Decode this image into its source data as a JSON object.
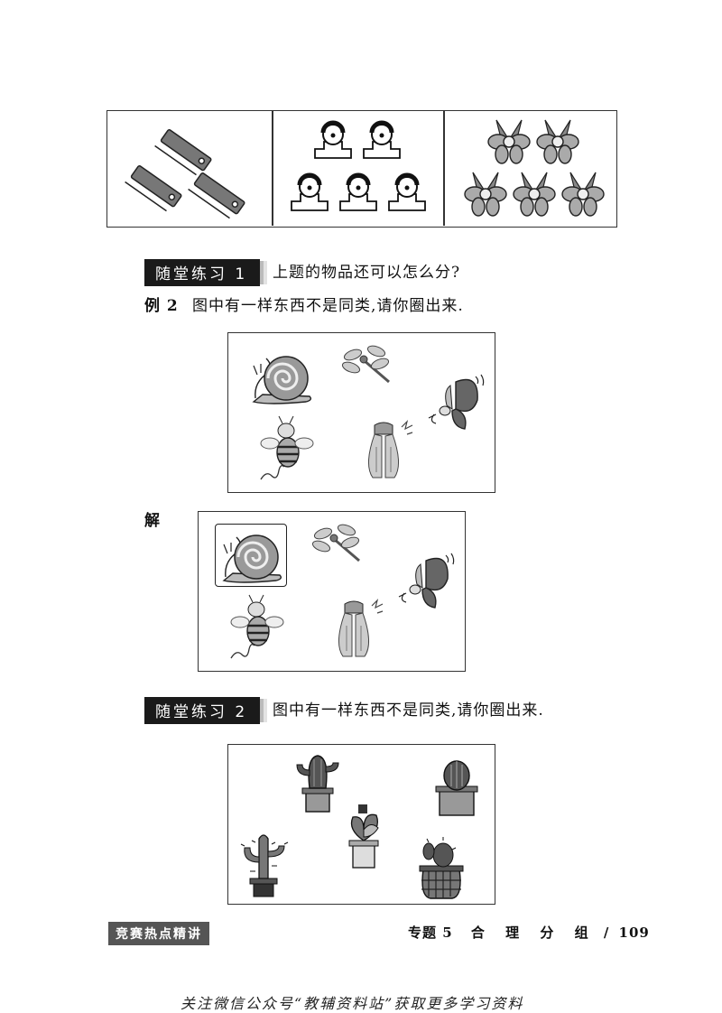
{
  "top_panel": {
    "sections": [
      "clip-group",
      "binder-clip-group",
      "bow-group"
    ]
  },
  "practice1": {
    "tag": "随堂练习 1",
    "text": "上题的物品还可以怎么分?"
  },
  "example2": {
    "label": "例 2",
    "text": "图中有一样东西不是同类,请你圈出来."
  },
  "solution": {
    "label": "解",
    "circled_item": "snail"
  },
  "practice2": {
    "tag": "随堂练习 2",
    "text": "图中有一样东西不是同类,请你圈出来."
  },
  "footer": {
    "left_tag": "竞赛热点精讲",
    "topic": "专题 5",
    "title": "合 理 分 组",
    "separator": "/",
    "page": "109"
  },
  "bottom_note": "关注微信公众号“教辅资料站”获取更多学习资料",
  "colors": {
    "ink": "#111111",
    "tag_bg": "#1a1a1a",
    "footer_tag_bg": "#555555"
  }
}
